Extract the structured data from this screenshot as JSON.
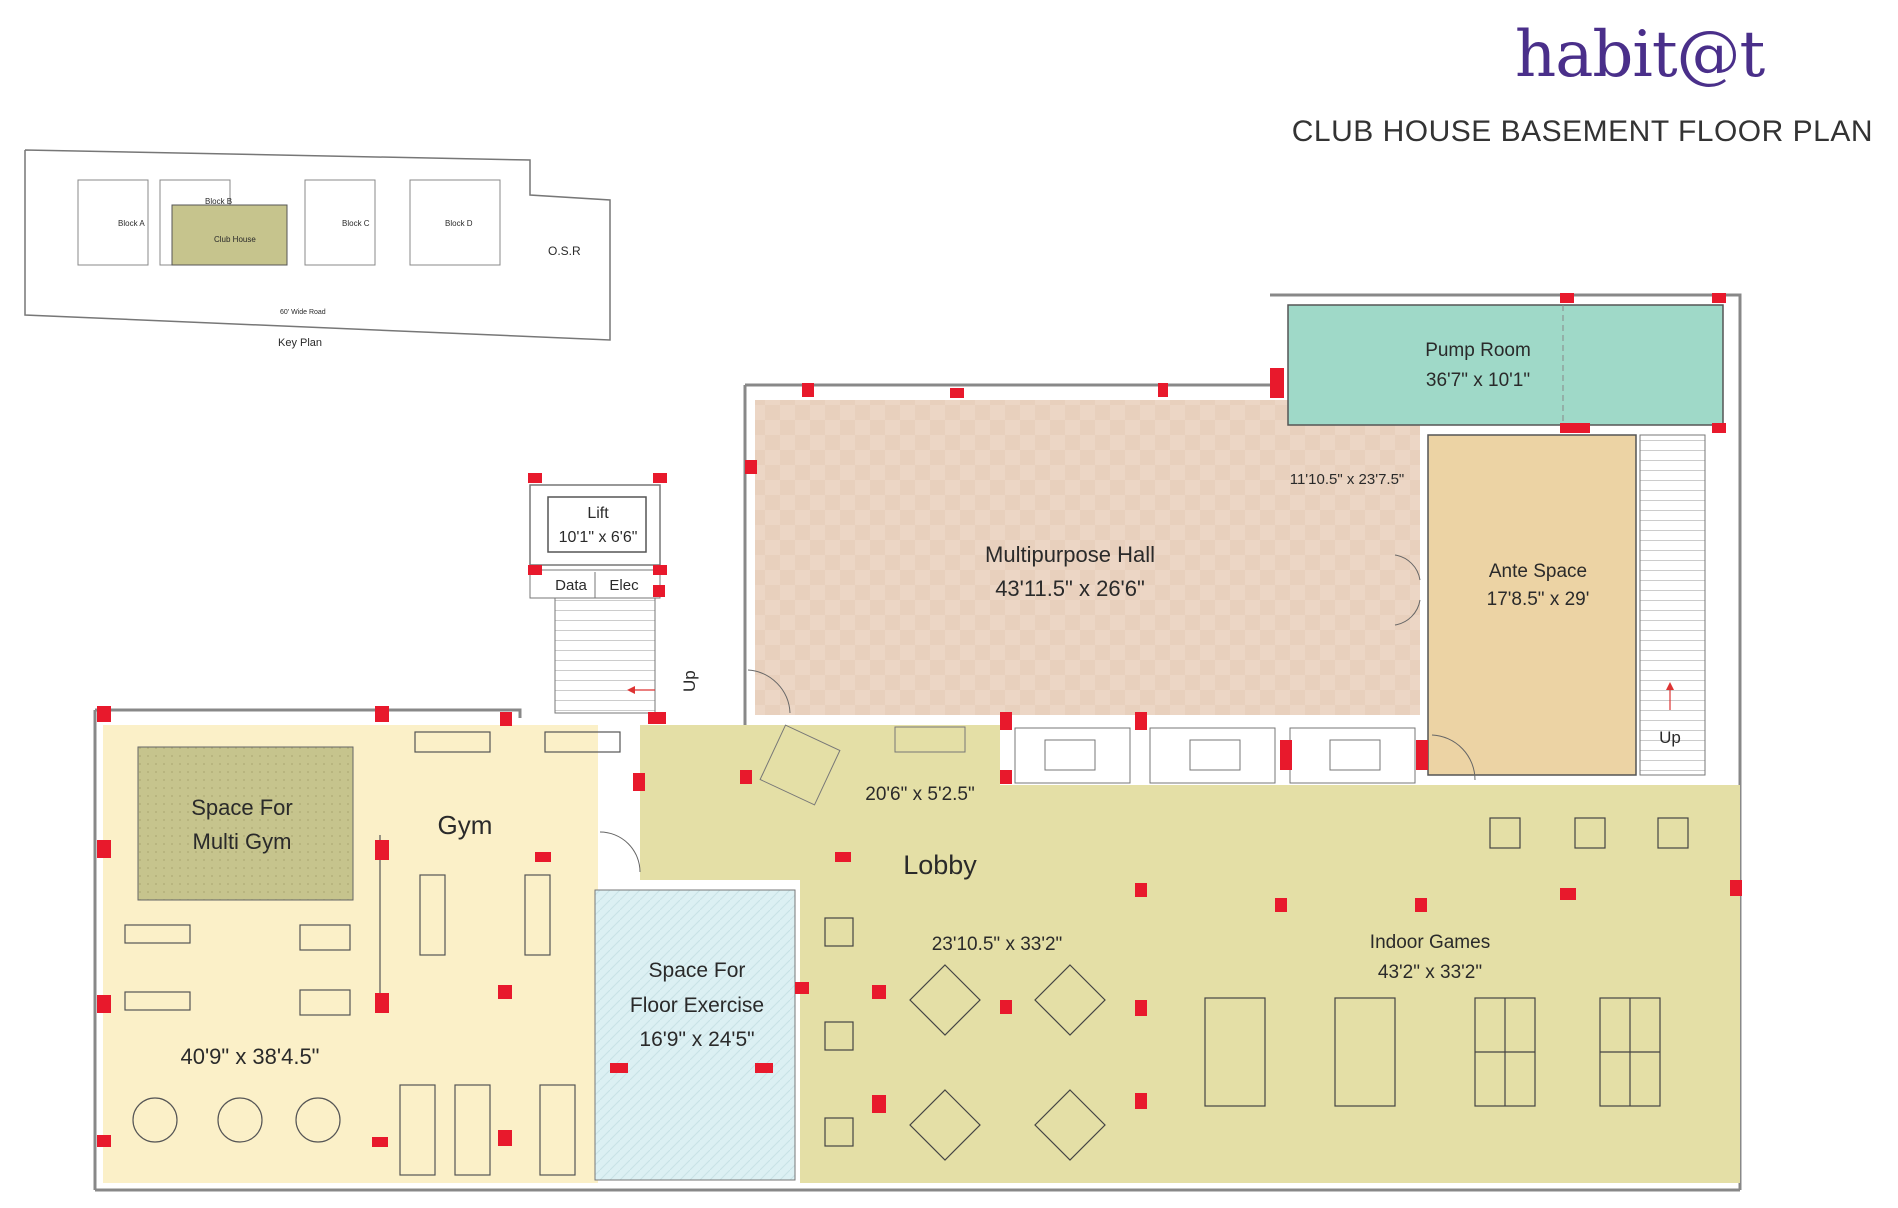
{
  "brand": {
    "logo": "habit@t"
  },
  "title": "CLUB HOUSE BASEMENT FLOOR PLAN",
  "key_plan": {
    "caption": "Key Plan",
    "block_a": "Block A",
    "block_b": "Block B",
    "block_c": "Block C",
    "block_d": "Block D",
    "club_house": "Club House",
    "osr": "O.S.R",
    "road": "60' Wide Road"
  },
  "rooms": {
    "pump_room": {
      "name": "Pump Room",
      "size": "36'7\" x 10'1\""
    },
    "multipurpose_hall": {
      "name": "Multipurpose Hall",
      "size": "43'11.5\" x 26'6\""
    },
    "hall_annex_size": "11'10.5\" x 23'7.5\"",
    "ante_space": {
      "name": "Ante Space",
      "size": "17'8.5\" x 29'"
    },
    "lift": {
      "name": "Lift",
      "size": "10'1\" x 6'6\""
    },
    "data": "Data",
    "elec": "Elec",
    "up_left": "Up",
    "up_right": "Up",
    "reception_size": "20'6\" x 5'2.5\"",
    "gym": {
      "name": "Gym",
      "size": "40'9\" x 38'4.5\""
    },
    "multi_gym": {
      "line1": "Space For",
      "line2": "Multi Gym"
    },
    "lobby": {
      "name": "Lobby",
      "size": "23'10.5\" x 33'2\""
    },
    "floor_exercise": {
      "line1": "Space For",
      "line2": "Floor Exercise",
      "size": "16'9\" x 24'5\""
    },
    "indoor_games": {
      "name": "Indoor Games",
      "size": "43'2\" x 33'2\""
    }
  },
  "colors": {
    "hall": "#ecd6c5",
    "pump": "#9fd9c8",
    "ante": "#ecd3a4",
    "gym": "#fbf0c8",
    "multi_gym": "#c6c48d",
    "lobby": "#e4dfa6",
    "floor_exercise": "#dcf0f3",
    "columns": "#e8192c",
    "logo": "#4a2f8a"
  }
}
